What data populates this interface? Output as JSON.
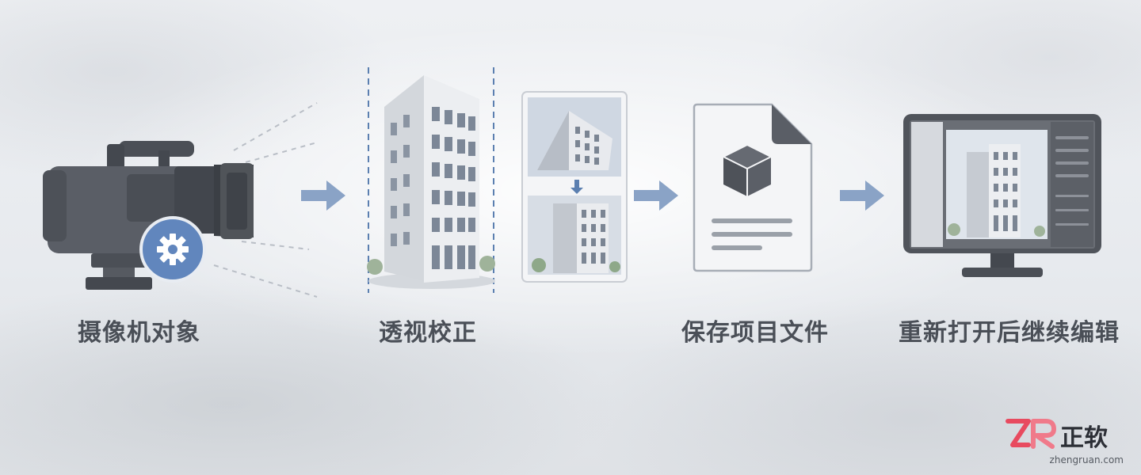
{
  "steps": [
    {
      "label": "摄像机对象",
      "icon": "camera-gear-icon"
    },
    {
      "label": "透视校正",
      "icon": "building-icon"
    },
    {
      "label": "保存项目文件",
      "icon": "project-file-icon"
    },
    {
      "label": "重新打开后继续编辑",
      "icon": "monitor-icon"
    }
  ],
  "brand": {
    "name": "正软",
    "url": "zhengruan.com"
  },
  "colors": {
    "accent": "#5b7fb0",
    "arrow": "#8aa3c6",
    "label": "#4a4f57",
    "brand_red": "#e84a5f"
  }
}
